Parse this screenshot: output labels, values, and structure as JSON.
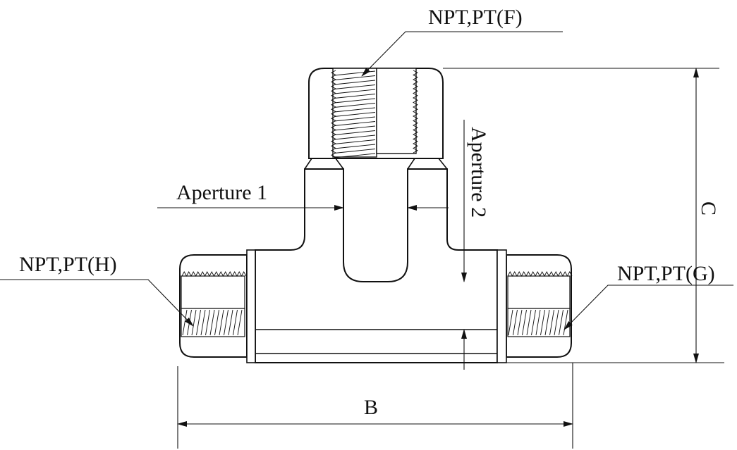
{
  "labels": {
    "top_port": "NPT,PT(F)",
    "left_port": "NPT,PT(H)",
    "right_port": "NPT,PT(G)",
    "aperture1": "Aperture 1",
    "aperture2": "Aperture 2",
    "dim_b": "B",
    "dim_c": "C"
  }
}
